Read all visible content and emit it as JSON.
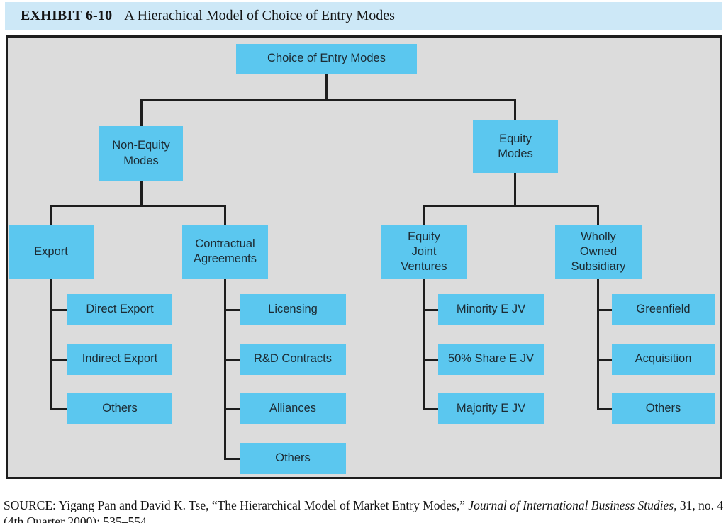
{
  "header": {
    "exhibit_label": "EXHIBIT 6-10",
    "title": "A Hierachical Model of Choice of Entry Modes"
  },
  "tree": {
    "root": "Choice of Entry Modes",
    "non_equity": "Non-Equity\nModes",
    "equity": "Equity\nModes",
    "export": "Export",
    "contractual": "Contractual\nAgreements",
    "equity_jv": "Equity\nJoint\nVentures",
    "wholly_owned": "Wholly\nOwned\nSubsidiary",
    "export_children": [
      "Direct Export",
      "Indirect Export",
      "Others"
    ],
    "contractual_children": [
      "Licensing",
      "R&D Contracts",
      "Alliances",
      "Others"
    ],
    "equity_jv_children": [
      "Minority E JV",
      "50% Share E JV",
      "Majority E JV"
    ],
    "wholly_owned_children": [
      "Greenfield",
      "Acquisition",
      "Others"
    ]
  },
  "source": {
    "text_before": "SOURCE: Yigang Pan and David K. Tse, “The Hierarchical Model of Market Entry Modes,” ",
    "journal": "Journal of International Business Studies,",
    "text_after": " 31, no. 4 (4th Quarter 2000): 535–554."
  },
  "colors": {
    "header_bg": "#cde8f7",
    "box_fill": "#5bc7ef",
    "diagram_bg": "#dcdcdc",
    "line": "#1d1d1d",
    "box_text": "#1c2b33",
    "text": "#131313"
  }
}
